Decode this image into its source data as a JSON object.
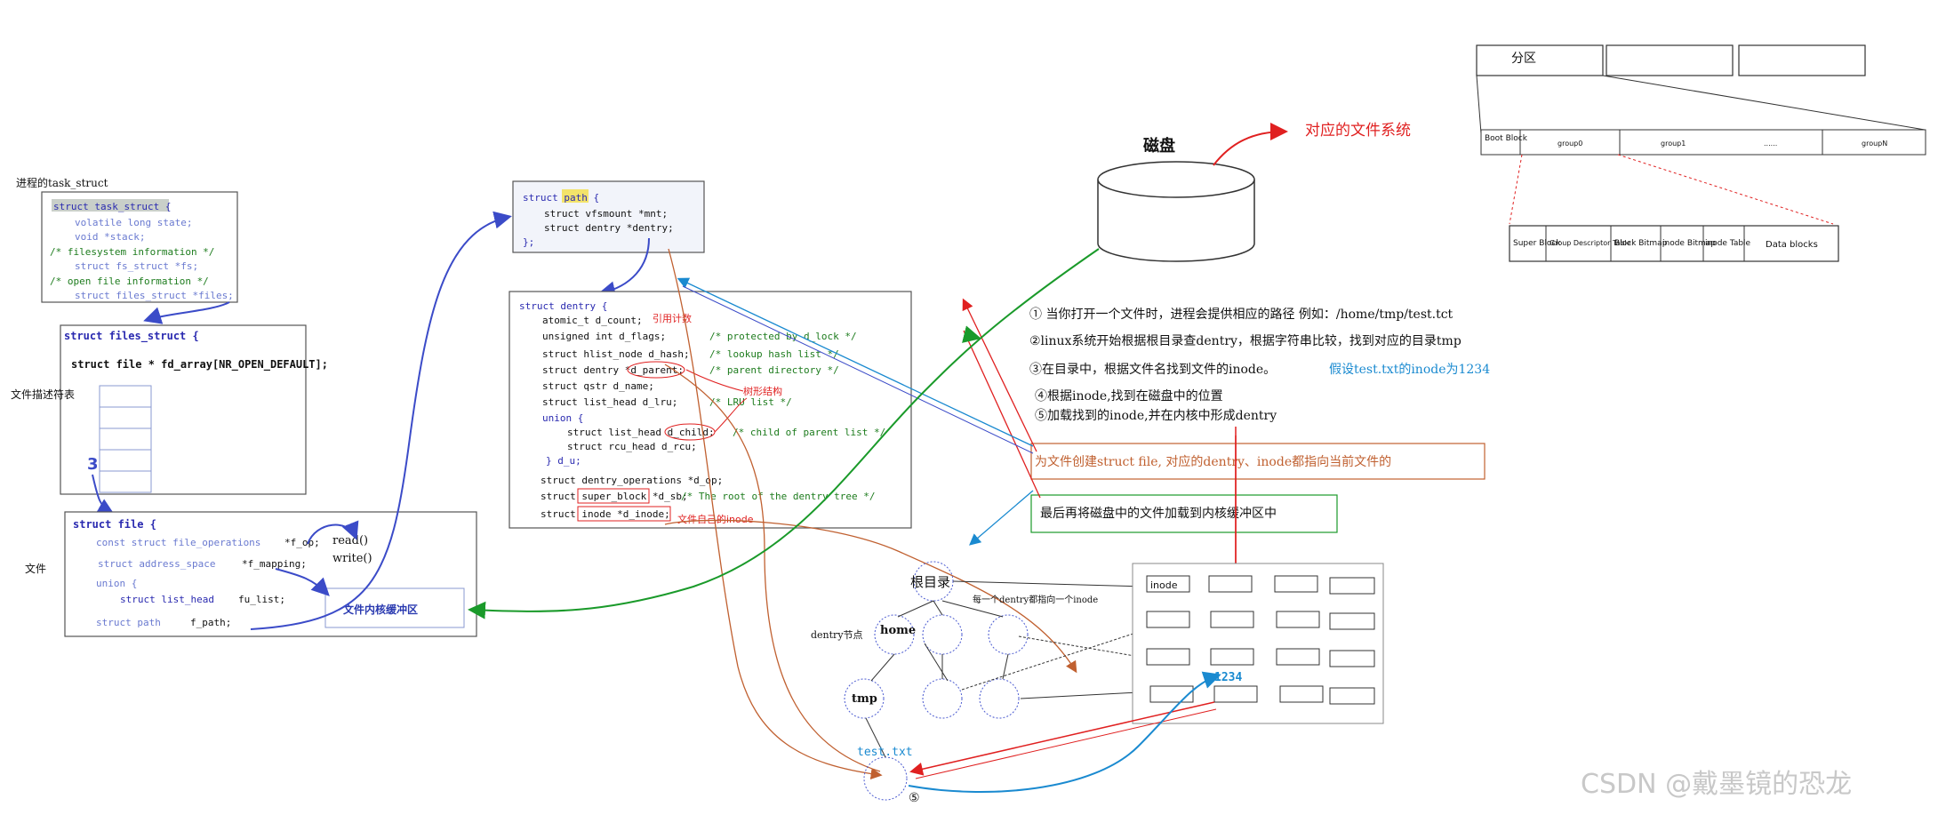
{
  "task_struct": {
    "caption": "进程的task_struct",
    "line1": "struct task_struct {",
    "line2": "volatile long state;",
    "line3": "void *stack;",
    "line4": "/* filesystem information */",
    "line5": "struct fs_struct *fs;",
    "line6": "/* open file information */",
    "line7": "struct files_struct *files;"
  },
  "files_struct": {
    "line1": "struct files_struct {",
    "line2": "struct file * fd_array[NR_OPEN_DEFAULT];",
    "side_label": "文件描述符表",
    "arrow_num": "3"
  },
  "file_struct": {
    "side_label": "文件",
    "line1": "struct file {",
    "line2": "const struct file_operations",
    "line2b": "*f_op;",
    "line3": "struct address_space",
    "line3b": "*f_mapping;",
    "line4": "union {",
    "line5": "struct list_head",
    "line5b": "fu_list;",
    "line6": "struct path",
    "line6b": "f_path;",
    "read": "read()",
    "write": "write()",
    "buffer": "文件内核缓冲区"
  },
  "path_struct": {
    "line1": "struct path {",
    "line2": "struct vfsmount *mnt;",
    "line3": "struct dentry *dentry;",
    "line4": "};"
  },
  "dentry_struct": {
    "line1": "struct dentry {",
    "line2": "atomic_t d_count;",
    "ann_count": "引用计数",
    "line3": "unsigned int d_flags;",
    "line3c": "/* protected by d_lock */",
    "line4": "struct hlist_node d_hash;",
    "line4c": "/* lookup hash list */",
    "line5": "struct dentry *d_parent;",
    "line5c": "/* parent directory */",
    "line6": "struct qstr d_name;",
    "ann_tree": "树形结构",
    "line7": "struct list_head d_lru;",
    "line7c": "/* LRU list */",
    "line8": "union {",
    "line9": "struct list_head d_child;",
    "line9c": "/* child of parent list */",
    "line10": "struct rcu_head d_rcu;",
    "line11": "} d_u;",
    "line12": "struct dentry_operations *d_op;",
    "line13": "struct super_block *d_sb;",
    "line13c": "/* The root of the dentry tree */",
    "line14": "struct inode *d_inode;",
    "ann_inode": "文件自己的inode"
  },
  "disk": {
    "label": "磁盘",
    "fs_label": "对应的文件系统"
  },
  "partition": {
    "top_label": "分区",
    "boot": "Boot Block",
    "group0": "group0",
    "group1": "group1",
    "ellipsis": "......",
    "groupN": "groupN",
    "cells": [
      "Super Block",
      "Group Descriptor Table",
      "Block Bitmap",
      "inode Bitmap",
      "inode Table",
      "Data blocks"
    ]
  },
  "steps": {
    "s1": "① 当你打开一个文件时，进程会提供相应的路径 例如：/home/tmp/test.tct",
    "s2": "②linux系统开始根据根目录查dentry，根据字符串比较，找到对应的目录tmp",
    "s3": "③在目录中，根据文件名找到文件的inode。",
    "s3b": "假设test.txt的inode为1234",
    "s4": "④根据inode,找到在磁盘中的位置",
    "s5": "⑤加载找到的inode,并在内核中形成dentry",
    "box1": "为文件创建struct file, 对应的dentry、inode都指向当前文件的",
    "box2": "最后再将磁盘中的文件加载到内核缓冲区中"
  },
  "tree": {
    "root": "根目录",
    "note": "每一个dentry都指向一个inode",
    "dentry_label": "dentry节点",
    "home": "home",
    "tmp": "tmp",
    "test": "test.txt",
    "circled5": "⑤",
    "inode_cell": "inode",
    "inode_num": "1234"
  },
  "watermark": "CSDN @戴墨镜的恐龙"
}
